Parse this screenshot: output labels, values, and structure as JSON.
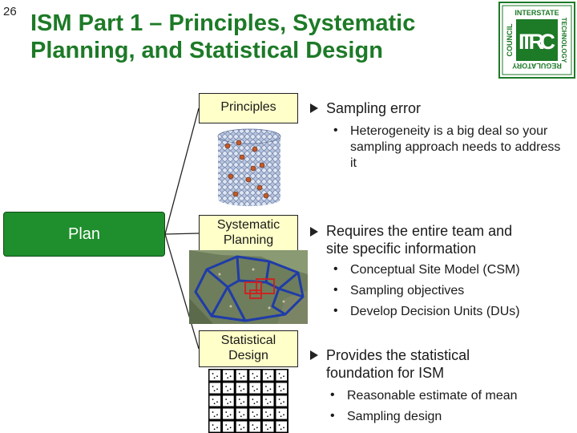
{
  "slide_number": "26",
  "title_line1": "ISM Part 1 – Principles, Systematic",
  "title_line2": "Planning, and Statistical Design",
  "logo": {
    "top_text": "INTERSTATE",
    "left_text": "COUNCIL",
    "right_text": "TECHNOLOGY",
    "bottom_text": "REGULATORY",
    "center_text": "ITRC",
    "color": "#1d7a27"
  },
  "plan_label": "Plan",
  "sections": {
    "principles": {
      "box_label": "Principles",
      "heading": "Sampling error",
      "bullets": [
        "Heterogeneity is a big deal so your sampling approach needs to address it"
      ]
    },
    "systematic": {
      "box_label_line1": "Systematic",
      "box_label_line2": "Planning",
      "heading_line1": "Requires the entire team and",
      "heading_line2": "site specific information",
      "bullets": [
        "Conceptual Site Model (CSM)",
        "Sampling objectives",
        "Develop Decision Units (DUs)"
      ]
    },
    "statistical": {
      "box_label_line1": "Statistical",
      "box_label_line2": "Design",
      "heading_line1": "Provides the statistical",
      "heading_line2": "foundation for ISM",
      "bullets": [
        "Reasonable estimate of mean",
        "Sampling design"
      ]
    }
  },
  "colors": {
    "title_green": "#1d7a27",
    "plan_green": "#1f8e2c",
    "box_yellow": "#ffffc9"
  }
}
